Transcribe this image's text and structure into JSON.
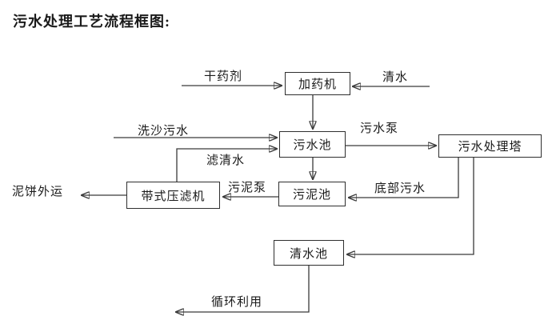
{
  "title": "污水处理工艺流程框图:",
  "colors": {
    "background": "#ffffff",
    "line": "#3a3a3a",
    "box_border": "#2f2f2f",
    "text": "#1a1a1a"
  },
  "nodes": [
    {
      "id": "dosing-machine",
      "label": "加药机"
    },
    {
      "id": "sewage-pool",
      "label": "污水池"
    },
    {
      "id": "sewage-treatment-tower",
      "label": "污水处理塔"
    },
    {
      "id": "belt-filter-press",
      "label": "带式压滤机"
    },
    {
      "id": "sludge-pool",
      "label": "污泥池"
    },
    {
      "id": "clear-water-pool",
      "label": "清水池"
    }
  ],
  "edge_labels": [
    {
      "id": "dry-agent",
      "text": "干药剂"
    },
    {
      "id": "clear-water",
      "text": "清水"
    },
    {
      "id": "sand-washing-sewage",
      "text": "洗沙污水"
    },
    {
      "id": "sewage-pump",
      "text": "污水泵"
    },
    {
      "id": "filtered-water",
      "text": "滤清水"
    },
    {
      "id": "sludge-pump",
      "text": "污泥泵"
    },
    {
      "id": "bottom-sewage",
      "text": "底部污水"
    },
    {
      "id": "mud-cake-out",
      "text": "泥饼外运"
    },
    {
      "id": "recycle-use",
      "text": "循环利用"
    }
  ]
}
